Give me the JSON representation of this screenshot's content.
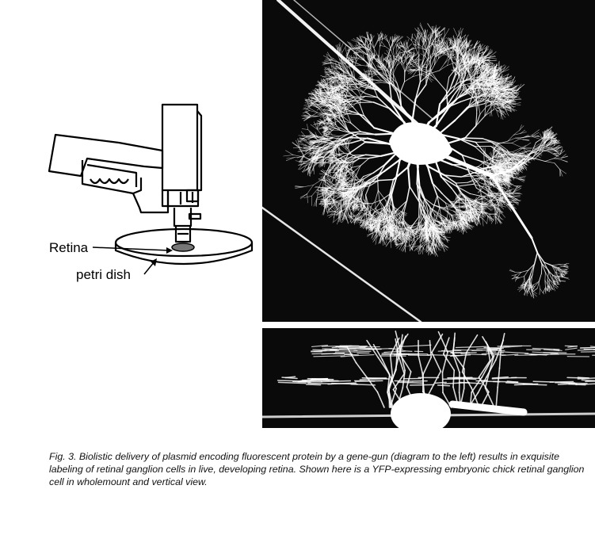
{
  "figure": {
    "labels": {
      "retina": "Retina",
      "petri_dish": "petri dish"
    },
    "caption": "Fig. 3. Biolistic delivery of plasmid encoding fluorescent protein by a gene-gun (diagram to the left) results in exquisite labeling of retinal ganglion cells in live, developing retina. Shown here is a YFP-expressing embryonic chick retinal ganglion cell in wholemount and vertical view.",
    "panel_colors": {
      "background": "#0a0a0a",
      "cell": "#ffffff"
    }
  }
}
